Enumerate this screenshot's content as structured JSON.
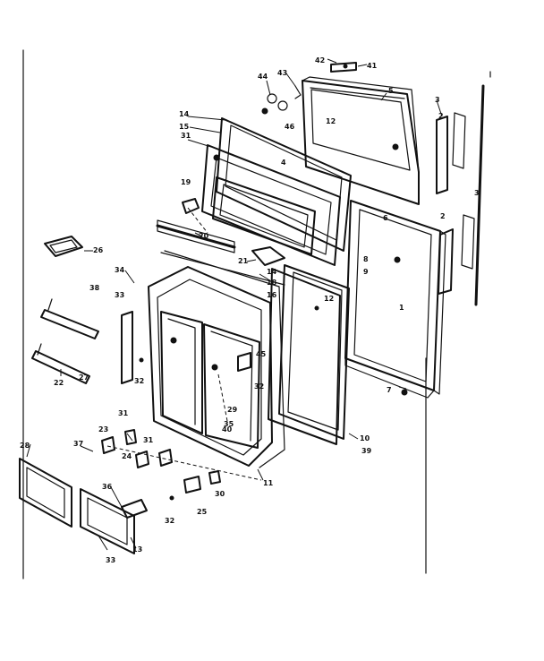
{
  "callouts": [
    "1",
    "2",
    "3",
    "4",
    "5",
    "6",
    "7",
    "8",
    "9",
    "10",
    "11",
    "12",
    "13",
    "14",
    "15",
    "16",
    "18",
    "19",
    "20",
    "21",
    "22",
    "23",
    "24",
    "25",
    "26",
    "27",
    "28",
    "29",
    "30",
    "31",
    "32",
    "33",
    "34",
    "35",
    "36",
    "37",
    "38",
    "39",
    "40",
    "41",
    "42",
    "43",
    "44",
    "45",
    "46"
  ],
  "colors": {
    "ink": "#111111",
    "paper": "#ffffff"
  }
}
